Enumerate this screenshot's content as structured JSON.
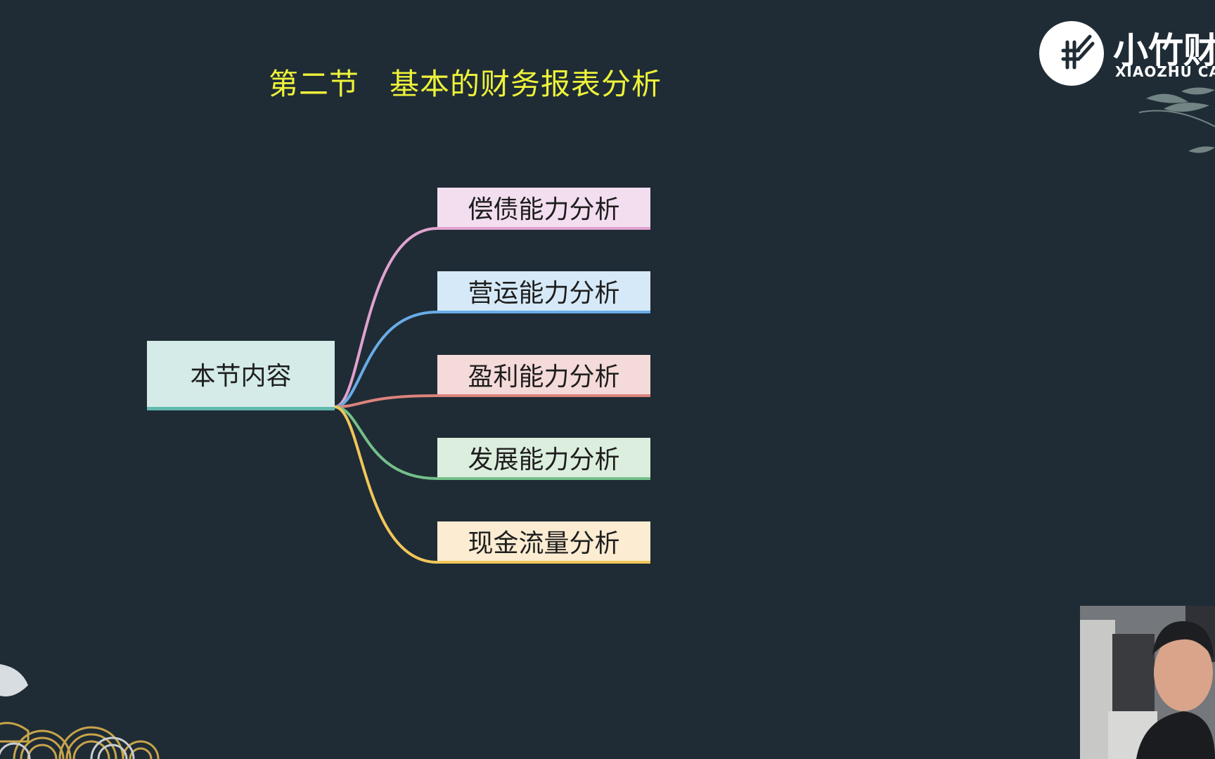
{
  "title": "第二节　基本的财务报表分析",
  "mindmap": {
    "root": {
      "label": "本节内容"
    },
    "branches": [
      {
        "label": "偿债能力分析",
        "color": "#e0a2cf",
        "fill": "#f3def0"
      },
      {
        "label": "营运能力分析",
        "color": "#68ace6",
        "fill": "#d6e9f8"
      },
      {
        "label": "盈利能力分析",
        "color": "#dc837d",
        "fill": "#f4dad8"
      },
      {
        "label": "发展能力分析",
        "color": "#74c08a",
        "fill": "#dceedd"
      },
      {
        "label": "现金流量分析",
        "color": "#f1c65a",
        "fill": "#fbecd2"
      }
    ]
  },
  "brand": {
    "name": "小竹财",
    "subtitle": "XIAOZHU CA"
  },
  "colors": {
    "background": "#1f2c35",
    "title": "#eef23a"
  }
}
